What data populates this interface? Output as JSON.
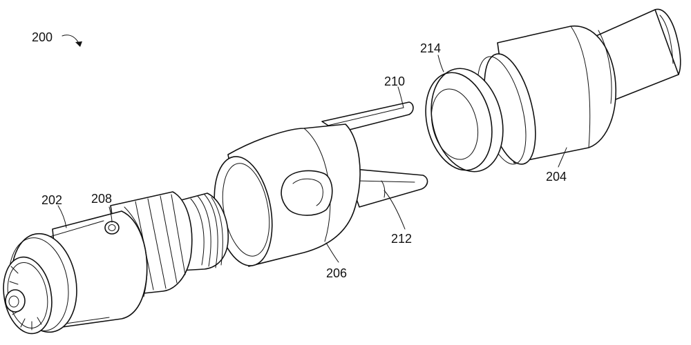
{
  "figure": {
    "reference_numerals": {
      "assembly": "200",
      "first_part": "202",
      "second_part": "204",
      "sleeve": "206",
      "port": "208",
      "prong": "210",
      "slot": "212",
      "ring": "214"
    },
    "line_color": "#111111",
    "background": "#ffffff"
  }
}
